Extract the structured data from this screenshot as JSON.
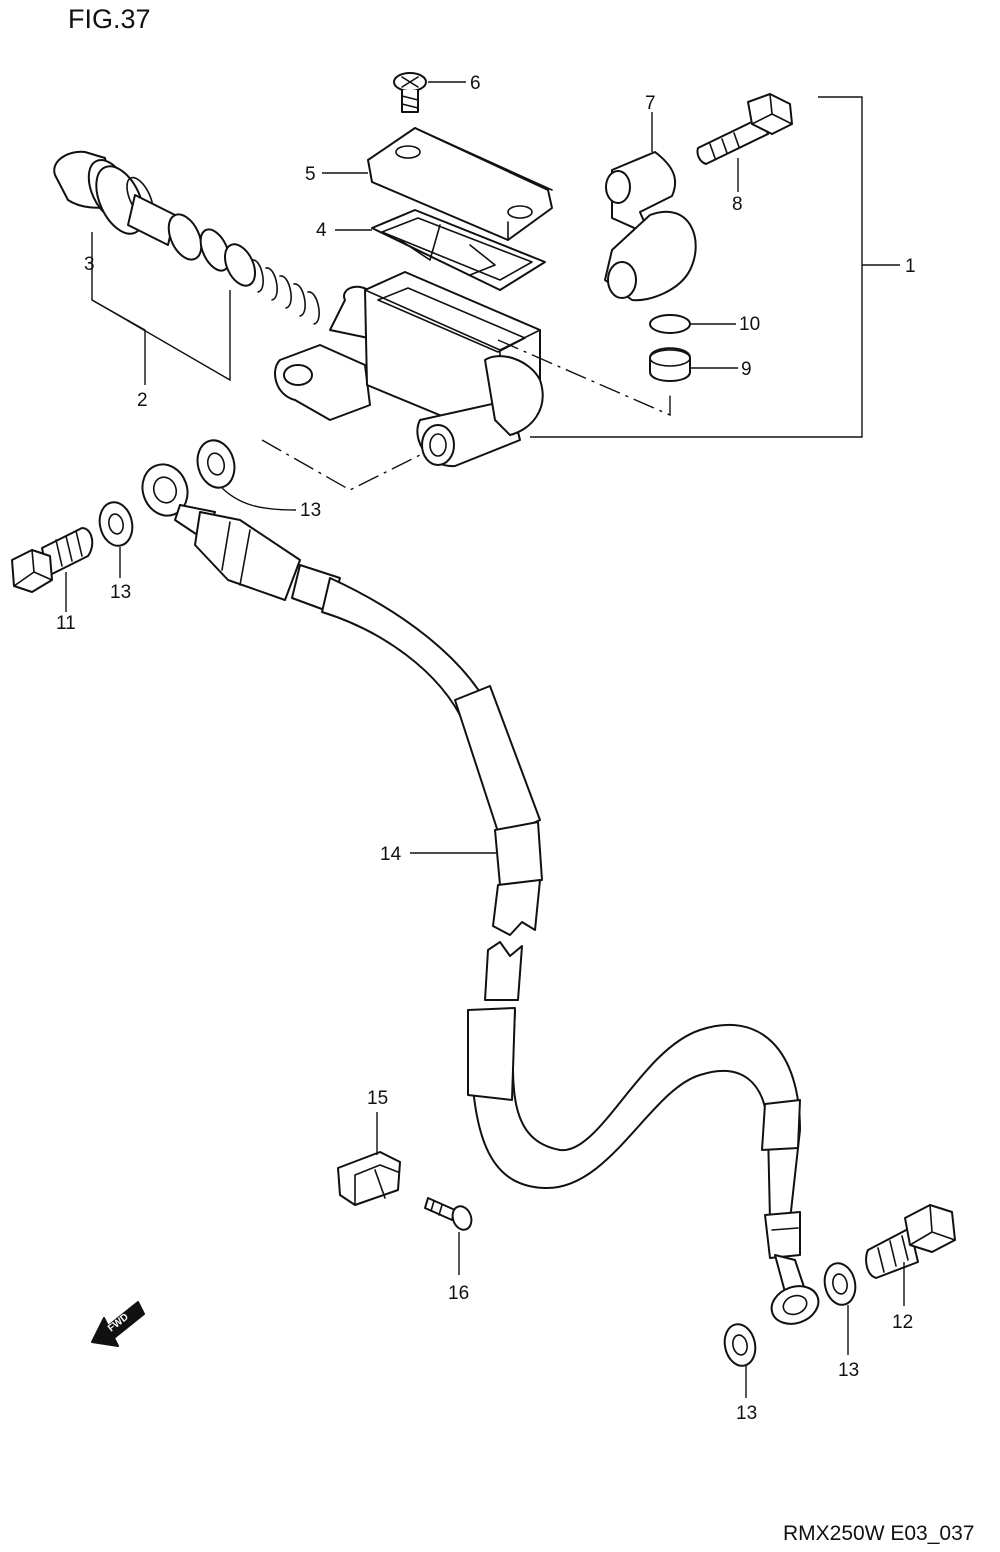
{
  "figure_title": "FIG.37",
  "drawing_code": "RMX250W E03_037",
  "fwd_label": "FWD",
  "callouts": {
    "c1": "1",
    "c2": "2",
    "c3": "3",
    "c4": "4",
    "c5": "5",
    "c6": "6",
    "c7": "7",
    "c8": "8",
    "c9": "9",
    "c10": "10",
    "c11": "11",
    "c12": "12",
    "c13a": "13",
    "c13b": "13",
    "c13c": "13",
    "c13d": "13",
    "c14": "14",
    "c15": "15",
    "c16": "16"
  },
  "parts": [
    {
      "ref": "1",
      "name": "master-cylinder-assembly"
    },
    {
      "ref": "2",
      "name": "piston-kit"
    },
    {
      "ref": "3",
      "name": "boot"
    },
    {
      "ref": "4",
      "name": "diaphragm"
    },
    {
      "ref": "5",
      "name": "reservoir-cap"
    },
    {
      "ref": "6",
      "name": "cap-screw"
    },
    {
      "ref": "7",
      "name": "holder-clamp"
    },
    {
      "ref": "8",
      "name": "holder-bolt"
    },
    {
      "ref": "9",
      "name": "cap"
    },
    {
      "ref": "10",
      "name": "o-ring"
    },
    {
      "ref": "11",
      "name": "union-bolt"
    },
    {
      "ref": "12",
      "name": "union-bolt"
    },
    {
      "ref": "13",
      "name": "gasket-washer"
    },
    {
      "ref": "14",
      "name": "brake-hose"
    },
    {
      "ref": "15",
      "name": "hose-clamp"
    },
    {
      "ref": "16",
      "name": "screw"
    }
  ]
}
